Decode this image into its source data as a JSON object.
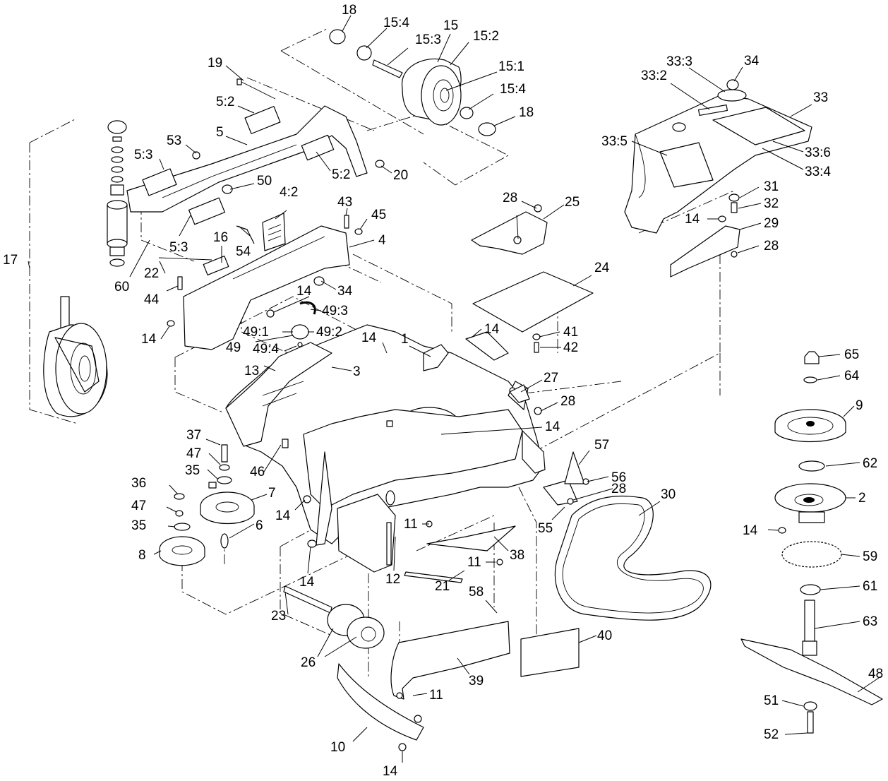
{
  "diagram": {
    "callouts": [
      {
        "id": "c18a",
        "text": "18"
      },
      {
        "id": "c15_4a",
        "text": "15:4"
      },
      {
        "id": "c15_3",
        "text": "15:3"
      },
      {
        "id": "c15",
        "text": "15"
      },
      {
        "id": "c15_2",
        "text": "15:2"
      },
      {
        "id": "c15_1",
        "text": "15:1"
      },
      {
        "id": "c15_4b",
        "text": "15:4"
      },
      {
        "id": "c18b",
        "text": "18"
      },
      {
        "id": "c19",
        "text": "19"
      },
      {
        "id": "c5_2a",
        "text": "5:2"
      },
      {
        "id": "c5",
        "text": "5"
      },
      {
        "id": "c53",
        "text": "53"
      },
      {
        "id": "c5_3a",
        "text": "5:3"
      },
      {
        "id": "c5_2b",
        "text": "5:2"
      },
      {
        "id": "c20",
        "text": "20"
      },
      {
        "id": "c50",
        "text": "50"
      },
      {
        "id": "c4_2",
        "text": "4:2"
      },
      {
        "id": "c43",
        "text": "43"
      },
      {
        "id": "c45",
        "text": "45"
      },
      {
        "id": "c4",
        "text": "4"
      },
      {
        "id": "c5_3b",
        "text": "5:3"
      },
      {
        "id": "c16",
        "text": "16"
      },
      {
        "id": "c54",
        "text": "54"
      },
      {
        "id": "c17",
        "text": "17"
      },
      {
        "id": "c60",
        "text": "60"
      },
      {
        "id": "c22",
        "text": "22"
      },
      {
        "id": "c44",
        "text": "44"
      },
      {
        "id": "c14a",
        "text": "14"
      },
      {
        "id": "c34a",
        "text": "34"
      },
      {
        "id": "c49_3",
        "text": "49:3"
      },
      {
        "id": "c49_1",
        "text": "49:1"
      },
      {
        "id": "c49_2",
        "text": "49:2"
      },
      {
        "id": "c49",
        "text": "49"
      },
      {
        "id": "c49_4",
        "text": "49:4"
      },
      {
        "id": "c14b",
        "text": "14"
      },
      {
        "id": "c14c",
        "text": "14"
      },
      {
        "id": "c1",
        "text": "1"
      },
      {
        "id": "c14d",
        "text": "14"
      },
      {
        "id": "c13",
        "text": "13"
      },
      {
        "id": "c3",
        "text": "3"
      },
      {
        "id": "c28a",
        "text": "28"
      },
      {
        "id": "c25",
        "text": "25"
      },
      {
        "id": "c24",
        "text": "24"
      },
      {
        "id": "c41",
        "text": "41"
      },
      {
        "id": "c42",
        "text": "42"
      },
      {
        "id": "c27",
        "text": "27"
      },
      {
        "id": "c28b",
        "text": "28"
      },
      {
        "id": "c14e",
        "text": "14"
      },
      {
        "id": "c33_3",
        "text": "33:3"
      },
      {
        "id": "c34b",
        "text": "34"
      },
      {
        "id": "c33_2",
        "text": "33:2"
      },
      {
        "id": "c33",
        "text": "33"
      },
      {
        "id": "c33_5",
        "text": "33:5"
      },
      {
        "id": "c33_6",
        "text": "33:6"
      },
      {
        "id": "c33_4",
        "text": "33:4"
      },
      {
        "id": "c31",
        "text": "31"
      },
      {
        "id": "c32",
        "text": "32"
      },
      {
        "id": "c14f",
        "text": "14"
      },
      {
        "id": "c29",
        "text": "29"
      },
      {
        "id": "c28c",
        "text": "28"
      },
      {
        "id": "c65",
        "text": "65"
      },
      {
        "id": "c64",
        "text": "64"
      },
      {
        "id": "c9",
        "text": "9"
      },
      {
        "id": "c62",
        "text": "62"
      },
      {
        "id": "c2",
        "text": "2"
      },
      {
        "id": "c14g",
        "text": "14"
      },
      {
        "id": "c59",
        "text": "59"
      },
      {
        "id": "c61",
        "text": "61"
      },
      {
        "id": "c63",
        "text": "63"
      },
      {
        "id": "c48",
        "text": "48"
      },
      {
        "id": "c51",
        "text": "51"
      },
      {
        "id": "c52",
        "text": "52"
      },
      {
        "id": "c37",
        "text": "37"
      },
      {
        "id": "c47a",
        "text": "47"
      },
      {
        "id": "c35a",
        "text": "35"
      },
      {
        "id": "c46",
        "text": "46"
      },
      {
        "id": "c36",
        "text": "36"
      },
      {
        "id": "c7",
        "text": "7"
      },
      {
        "id": "c47b",
        "text": "47"
      },
      {
        "id": "c35b",
        "text": "35"
      },
      {
        "id": "c6",
        "text": "6"
      },
      {
        "id": "c8",
        "text": "8"
      },
      {
        "id": "c14h",
        "text": "14"
      },
      {
        "id": "c14i",
        "text": "14"
      },
      {
        "id": "c11a",
        "text": "11"
      },
      {
        "id": "c12",
        "text": "12"
      },
      {
        "id": "c21",
        "text": "21"
      },
      {
        "id": "c11b",
        "text": "11"
      },
      {
        "id": "c38",
        "text": "38"
      },
      {
        "id": "c57",
        "text": "57"
      },
      {
        "id": "c56",
        "text": "56"
      },
      {
        "id": "c28d",
        "text": "28"
      },
      {
        "id": "c55",
        "text": "55"
      },
      {
        "id": "c30",
        "text": "30"
      },
      {
        "id": "c23",
        "text": "23"
      },
      {
        "id": "c26",
        "text": "26"
      },
      {
        "id": "c58",
        "text": "58"
      },
      {
        "id": "c40",
        "text": "40"
      },
      {
        "id": "c39",
        "text": "39"
      },
      {
        "id": "c11c",
        "text": "11"
      },
      {
        "id": "c10",
        "text": "10"
      },
      {
        "id": "c14j",
        "text": "14"
      }
    ]
  }
}
